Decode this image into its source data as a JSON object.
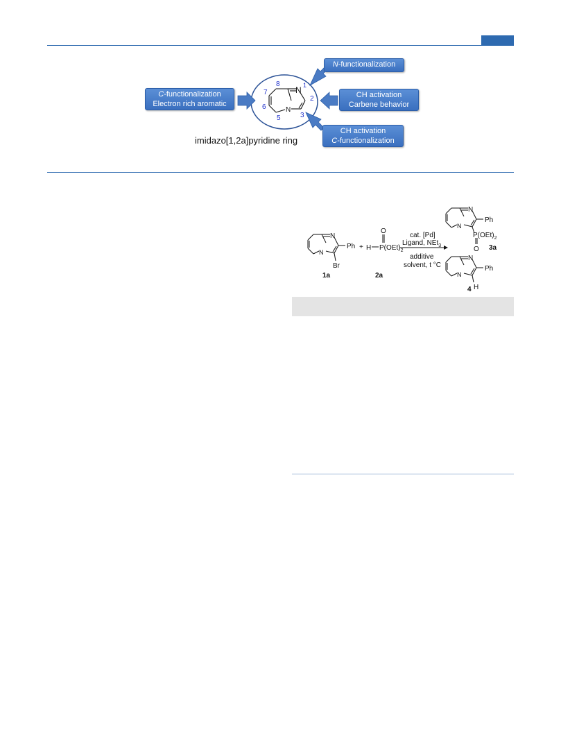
{
  "top_diagram": {
    "boxes": {
      "c_functionalization": {
        "italic": "C",
        "rest": "-functionalization",
        "line2": "Electron rich aromatic"
      },
      "n_functionalization": {
        "italic": "N",
        "rest": "-functionalization"
      },
      "ch_carbene": {
        "line1": "CH activation",
        "line2": "Carbene behavior"
      },
      "ch_c": {
        "line1": "CH activation",
        "italic": "C",
        "rest": "-functionalization"
      }
    },
    "ring_caption": "imidazo[1,2a]pyridine ring",
    "positions": {
      "n1": "N",
      "sup1": "1",
      "p2": "2",
      "p3": "3",
      "p5": "5",
      "p6": "6",
      "p7": "7",
      "p8": "8",
      "n4": "N"
    },
    "colors": {
      "box": "#3a6fbf",
      "arrow": "#4a7bc4",
      "ellipse": "#2a5196",
      "numbers": "#2233cc"
    }
  },
  "scheme": {
    "ph": "Ph",
    "br": "Br",
    "plus": "+",
    "h": "H",
    "o": "O",
    "phosphite_base": "P(OEt)",
    "phosphite_sub": "2",
    "cond_line1": "cat. [Pd]",
    "cond_line2_base": "Ligand, NEt",
    "cond_line2_sub": "3",
    "cond_line3": "additive",
    "cond_line4": "solvent, t °C",
    "label_1a": "1a",
    "label_2a": "2a",
    "label_3a": "3a",
    "label_4": "4",
    "n": "N",
    "product_p_base": "P(OEt)",
    "product_p_sub": "2",
    "product_o": "O",
    "h_label": "H"
  }
}
